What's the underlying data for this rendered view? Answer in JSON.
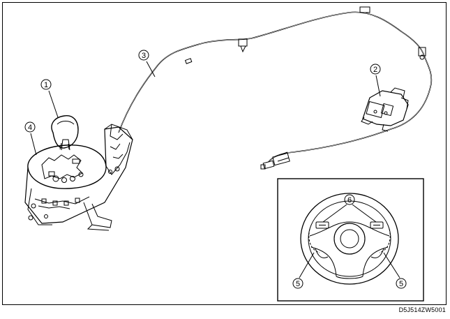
{
  "callouts": {
    "c1": "1",
    "c2": "2",
    "c3": "3",
    "c4": "4",
    "c5_left": "5",
    "c5_right": "5",
    "c6": "6"
  },
  "figure_code": "D5J514ZW5001",
  "colors": {
    "line": "#000000",
    "background": "#ffffff"
  }
}
